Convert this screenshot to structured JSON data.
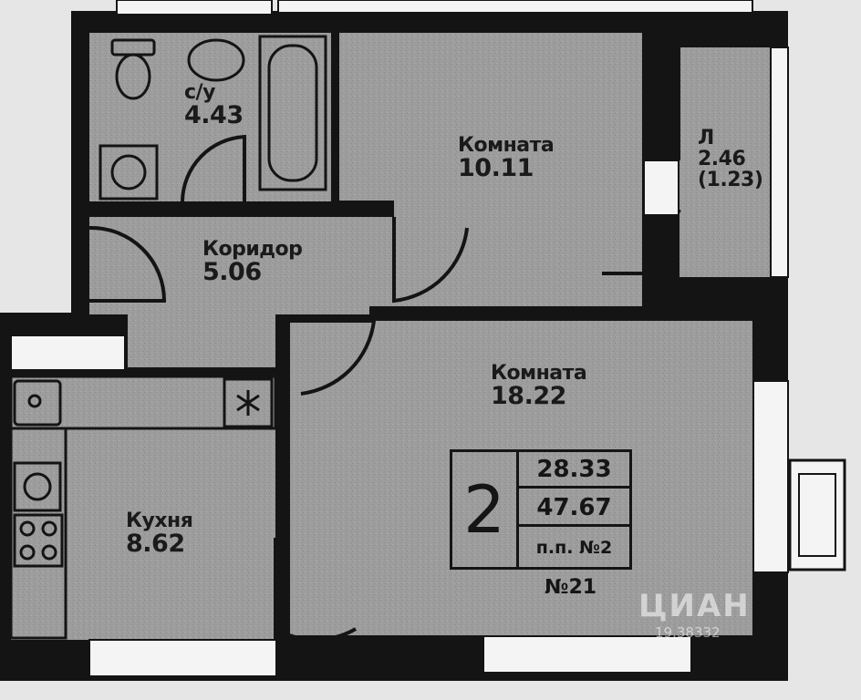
{
  "rooms": {
    "bathroom": {
      "name": "с/у",
      "area": "4.43"
    },
    "room_small": {
      "name": "Комната",
      "area": "10.11"
    },
    "balcony": {
      "name": "Л",
      "area": "2.46",
      "area_coef": "(1.23)"
    },
    "corridor": {
      "name": "Коридор",
      "area": "5.06"
    },
    "room_large": {
      "name": "Комната",
      "area": "18.22"
    },
    "kitchen": {
      "name": "Кухня",
      "area": "8.62"
    }
  },
  "summary": {
    "room_count": "2",
    "living_area": "28.33",
    "total_area": "47.67",
    "floor_label": "п.п. №2",
    "apartment_number": "№21"
  },
  "watermark": {
    "brand": "ЦИАН",
    "id": "19.38332"
  },
  "colors": {
    "floor": "#9c9c9c",
    "wall": "#141414",
    "background": "#e6e6e6",
    "window": "#f4f4f4"
  }
}
